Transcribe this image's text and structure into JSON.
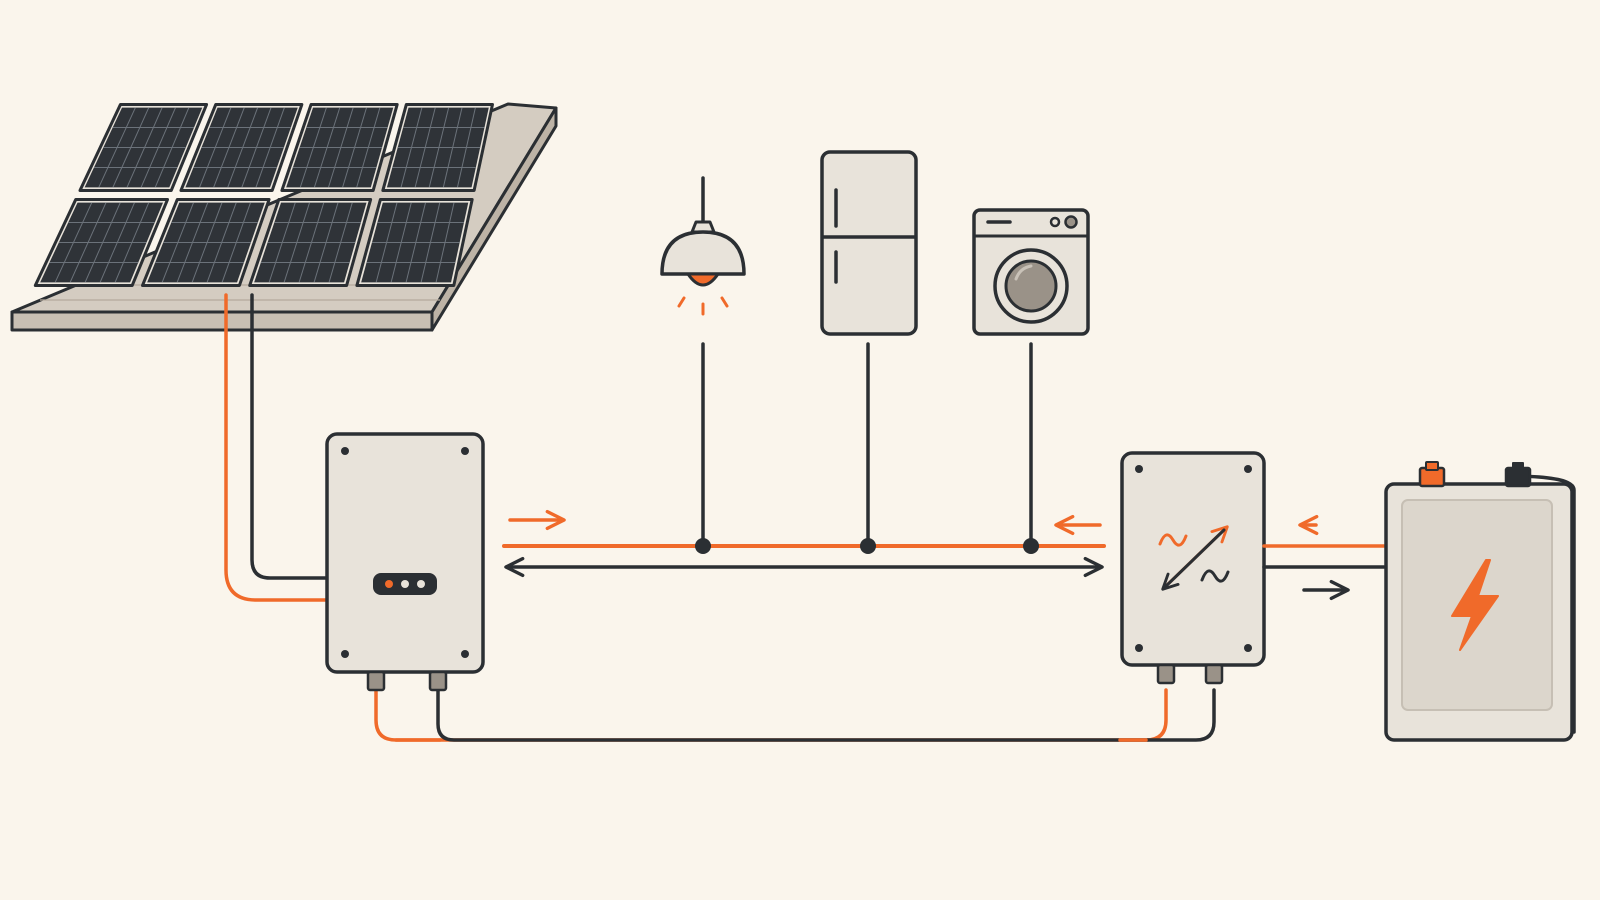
{
  "colors": {
    "background": "#faf5ec",
    "outline": "#2b2f33",
    "dc_wire": "#f06a2a",
    "dark_wire": "#2b2f33",
    "panel_cell": "#2f3338",
    "roof": "#d4ccc1",
    "device_fill": "#e8e3da",
    "accent": "#f06a2a"
  },
  "icons": [
    "solar-panel-array-icon",
    "roof-icon",
    "pendant-lamp-icon",
    "refrigerator-icon",
    "washing-machine-icon",
    "solar-inverter-icon",
    "ac-dc-converter-icon",
    "battery-icon",
    "lightning-bolt-icon",
    "flow-arrow-icon",
    "junction-node-icon"
  ],
  "flows": {
    "inverter_to_bus": "right",
    "converter_to_bus": "left",
    "battery_in": "left",
    "battery_out": "right",
    "bus_link": "bidirectional"
  },
  "diagram": {
    "solar_modules": 8,
    "appliances": [
      "lamp",
      "refrigerator",
      "washing-machine"
    ],
    "inverter_status_leds": 3
  }
}
